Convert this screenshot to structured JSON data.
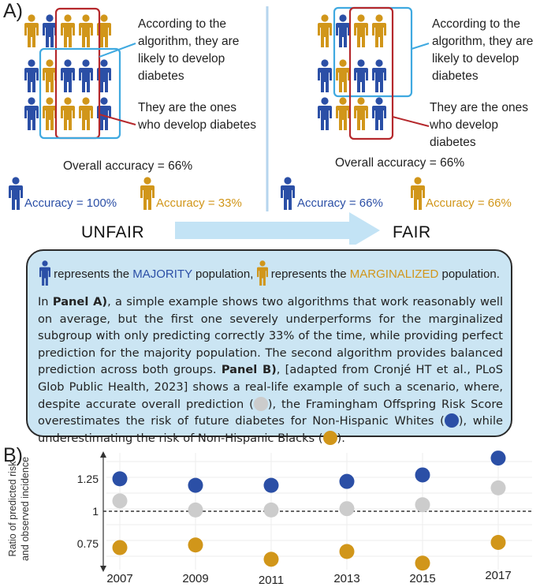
{
  "panel_a": {
    "label": "A)",
    "left": {
      "algo_note": "According to the algorithm, they are likely to develop diabetes",
      "develop_note": "They are the ones who develop diabetes",
      "overall": "Overall accuracy = 66%",
      "acc_majority": "Accuracy = 100%",
      "acc_marginalized": "Accuracy = 33%",
      "verdict": "UNFAIR"
    },
    "right": {
      "algo_note": "According to the algorithm, they are likely to develop diabetes",
      "develop_note": "They are the ones who develop diabetes",
      "overall": "Overall accuracy = 66%",
      "acc_majority": "Accuracy = 66%",
      "acc_marginalized": "Accuracy = 66%",
      "verdict": "FAIR"
    }
  },
  "legend": {
    "p1": "represents the",
    "majority": "MAJORITY",
    "p2": "population,",
    "p3": "represents the",
    "marginalized": "MARGINALIZED",
    "p4": "population."
  },
  "caption": {
    "a1": "In",
    "a2": "Panel A)",
    "a3": ", a simple example shows two algorithms that work reasonably well on average, but the first one severely underperforms for the marginalized subgroup with only predicting correctly 33% of the time, while providing perfect prediction for the majority population. The second algorithm provides balanced prediction across both groups.",
    "b1": "Panel B)",
    "b2": ", [adapted from Cronjé HT et al., PLoS Glob Public Health, 2023] shows a real-life example of such a scenario, where, despite accurate overall prediction (",
    "b3": "), the Framingham Offspring Risk Score overestimates the risk of future diabetes for Non-Hispanic Whites (",
    "b4": "), while underestimating the risk of Non-Hispanic Blacks (",
    "b5": ")."
  },
  "panel_b": {
    "label": "B)"
  },
  "colors": {
    "majority": "#2b4fa6",
    "marginalized": "#d1961a",
    "overall": "#cccccc",
    "frame_red": "#b5282c",
    "frame_blue": "#3fa9e0"
  },
  "chart_data": {
    "type": "scatter",
    "ylabel": "Ratio of predicted risk and observed incidence",
    "categories": [
      "2007",
      "2009",
      "2011",
      "2013",
      "2015",
      "2017"
    ],
    "yticks": [
      "0.75",
      "1",
      "1.25"
    ],
    "ylim": [
      0.55,
      1.45
    ],
    "reference_line": 1,
    "series": [
      {
        "color": "#2b4fa6",
        "values": [
          1.25,
          1.2,
          1.2,
          1.23,
          1.28,
          1.41
        ]
      },
      {
        "color": "#cccccc",
        "values": [
          1.08,
          1.01,
          1.01,
          1.02,
          1.05,
          1.18
        ]
      },
      {
        "color": "#d1961a",
        "values": [
          0.72,
          0.74,
          0.63,
          0.69,
          0.6,
          0.76
        ]
      }
    ]
  }
}
